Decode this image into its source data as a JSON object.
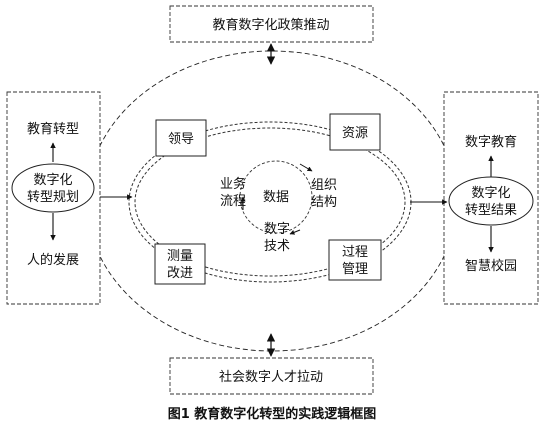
{
  "top_box": "教育数字化政策推动",
  "bottom_box": "社会数字人才拉动",
  "left_panel": {
    "top": "教育转型",
    "center": [
      "数字化",
      "转型规划"
    ],
    "bottom": "人的发展"
  },
  "right_panel": {
    "top": "数字教育",
    "center": [
      "数字化",
      "转型结果"
    ],
    "bottom": "智慧校园"
  },
  "corner_boxes": {
    "top_left": "领导",
    "top_right": "资源",
    "bottom_left": [
      "测量",
      "改进"
    ],
    "bottom_right": [
      "过程",
      "管理"
    ]
  },
  "cycle": {
    "center": "数据",
    "left": [
      "业务",
      "流程"
    ],
    "right": [
      "组织",
      "结构"
    ],
    "bottom": [
      "数字",
      "技术"
    ]
  },
  "caption": "图1  教育数字化转型的实践逻辑框图"
}
